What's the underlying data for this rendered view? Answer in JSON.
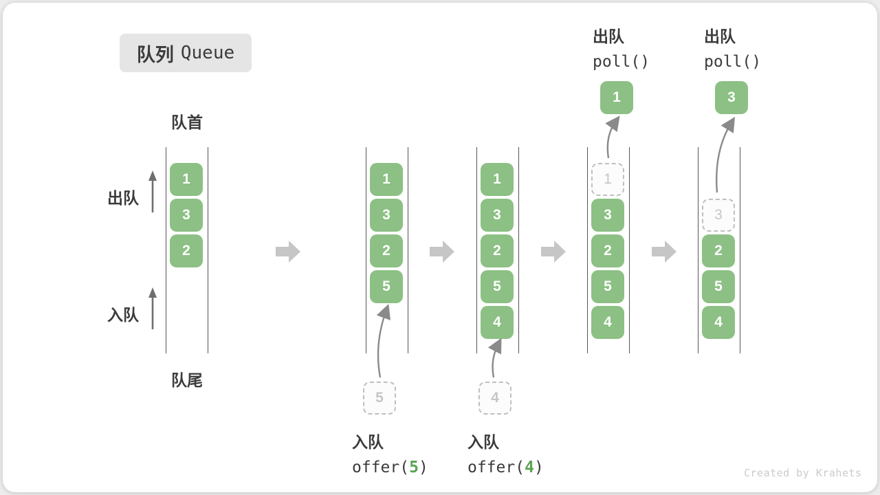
{
  "title": {
    "zh": "队列",
    "en": "Queue"
  },
  "legend": {
    "front": "队首",
    "rear": "队尾",
    "dequeue": "出队",
    "enqueue": "入队"
  },
  "queues": {
    "q1": {
      "slots": [
        "1",
        "3",
        "2"
      ]
    },
    "q2": {
      "slots": [
        "1",
        "3",
        "2",
        "5"
      ],
      "staged": "5"
    },
    "q3": {
      "slots": [
        "1",
        "3",
        "2",
        "5",
        "4"
      ],
      "staged": "4"
    },
    "q4": {
      "removed": "1",
      "slots": [
        "3",
        "2",
        "5",
        "4"
      ],
      "result": "1"
    },
    "q5": {
      "removed": "3",
      "slots": [
        "2",
        "5",
        "4"
      ],
      "result": "3"
    }
  },
  "operations": {
    "offer5": {
      "label": "入队",
      "fn_open": "offer(",
      "arg": "5",
      "fn_close": ")"
    },
    "offer4": {
      "label": "入队",
      "fn_open": "offer(",
      "arg": "4",
      "fn_close": ")"
    },
    "poll1": {
      "label": "出队",
      "fn": "poll()"
    },
    "poll2": {
      "label": "出队",
      "fn": "poll()"
    }
  },
  "watermark": "Created by Krahets",
  "colors": {
    "item_green": "#8CC084",
    "arg_green": "#5BA355",
    "rail_gray": "#555555",
    "block_arrow_gray": "#C6C6C6",
    "dashed_gray": "#BFBFBF",
    "text_dark": "#3B3B3B",
    "watermark_gray": "#CBCBCB"
  }
}
